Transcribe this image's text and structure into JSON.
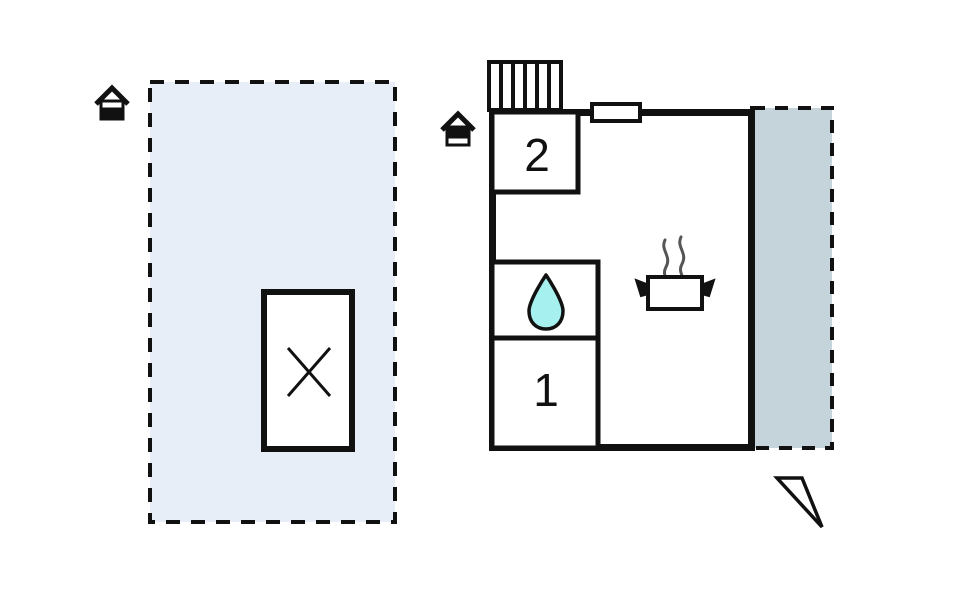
{
  "diagram": {
    "type": "floor-plan",
    "title": "Cabin floor plan with adjacent plot",
    "colors": {
      "wall": "#111111",
      "plot_fill": "#e7eef7",
      "terrace_fill": "#c5d3da",
      "water_drop_fill": "#a6f0f0",
      "background": "#ffffff",
      "dashed_border": "#111111"
    }
  },
  "left_plot": {
    "name": "Detached plot area",
    "fill_color": "#e7eef7",
    "border_style": "dashed",
    "structure": {
      "name": "Closed / unavailable structure",
      "marker": "x-cross",
      "fill_color": "#ffffff"
    },
    "orientation_marker": {
      "icon": "house-icon",
      "variant": "roof-outline-bottom-filled",
      "label": ""
    }
  },
  "building": {
    "name": "Main cabin",
    "orientation_marker": {
      "icon": "house-icon",
      "variant": "roof-outline-top-filled",
      "label": ""
    },
    "stairs": {
      "icon": "stairs-icon",
      "steps": 5,
      "label": ""
    },
    "window": {
      "icon": "window-icon",
      "label": ""
    },
    "rooms": [
      {
        "id": "room-2",
        "number": "2",
        "kind": "bedroom"
      },
      {
        "id": "bathroom",
        "number": "",
        "kind": "bathroom",
        "icon": "water-drop-icon"
      },
      {
        "id": "room-1",
        "number": "1",
        "kind": "bedroom"
      },
      {
        "id": "living-kitchen",
        "number": "",
        "kind": "kitchen-living",
        "icon": "cooking-pot-icon"
      }
    ]
  },
  "terrace": {
    "name": "Terrace area",
    "fill_color": "#c5d3da",
    "border_style": "dashed"
  },
  "view_indicator": {
    "name": "View direction cone",
    "icon": "view-cone-icon",
    "label": ""
  }
}
